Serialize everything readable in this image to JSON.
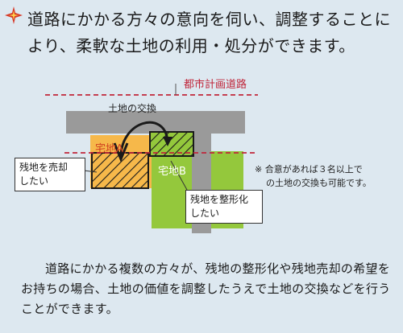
{
  "headline": "道路にかかる方々の意向を伺い、調整することにより、柔軟な土地の利用・処分ができます。",
  "diagram": {
    "road_label": "都市計画道路",
    "exchange_label": "土地の交換",
    "lot_a": "宅地A",
    "lot_b": "宅地B",
    "callout_sell": [
      "残地を売却",
      "したい"
    ],
    "callout_shape": [
      "残地を整形化",
      "したい"
    ],
    "note": [
      "※ 合意があれば３名以上で",
      "の土地の交換も可能です。"
    ]
  },
  "footer": "道路にかかる複数の方々が、残地の整形化や残地売却の希望をお持ちの場合、土地の価値を調整したうえで土地の交換などを行うことができます。",
  "colors": {
    "road": "#9a9a9a",
    "lot_a": "#f6b84a",
    "lot_b": "#94c83c",
    "dashed_line": "#c0263a"
  }
}
